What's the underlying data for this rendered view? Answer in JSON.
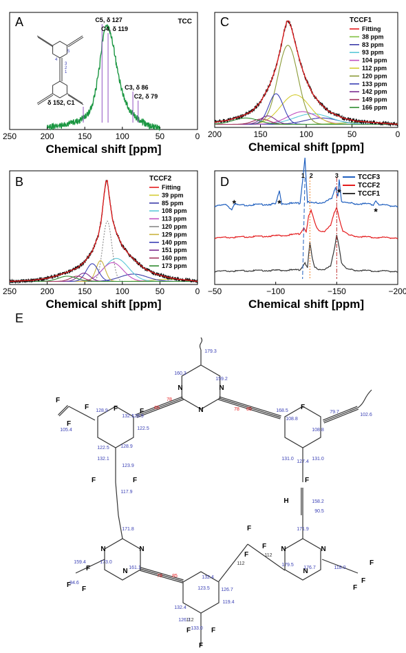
{
  "chart_data": [
    {
      "type": "line",
      "panel_letter": "A",
      "title": "TCC",
      "xlabel": "Chemical shift [ppm]",
      "xlim": [
        250,
        0
      ],
      "x_ticks": [
        "250",
        "200",
        "150",
        "100",
        "50",
        "0"
      ],
      "x_tick_values": [
        250,
        200,
        150,
        100,
        50,
        0
      ],
      "grid": false,
      "series": [
        {
          "color": "#1a9641",
          "x": [
            200,
            190,
            180,
            170,
            160,
            150,
            145,
            140,
            135,
            130,
            127,
            124,
            121,
            119,
            116,
            112,
            108,
            104,
            100,
            95,
            90,
            86,
            82,
            79,
            75,
            70,
            65,
            60,
            55,
            50
          ],
          "y": [
            0.0,
            0.01,
            0.02,
            0.04,
            0.06,
            0.1,
            0.14,
            0.22,
            0.38,
            0.62,
            0.82,
            0.95,
            1.0,
            0.99,
            0.93,
            0.8,
            0.63,
            0.47,
            0.35,
            0.24,
            0.17,
            0.13,
            0.1,
            0.08,
            0.06,
            0.04,
            0.02,
            0.01,
            0.0,
            0.0
          ]
        }
      ],
      "annotations": [
        {
          "text": "C5, δ 127",
          "x": 127
        },
        {
          "text": "C4, δ 119",
          "x": 119
        },
        {
          "text": "C3, δ 86",
          "x": 86
        },
        {
          "text": "C2, δ 79",
          "x": 79
        },
        {
          "text": "δ 152, C1",
          "x": 152
        }
      ],
      "structure_labels": [
        "1",
        "2",
        "3",
        "4",
        "5"
      ]
    },
    {
      "type": "line",
      "panel_letter": "C",
      "title": "TCCF1",
      "xlabel": "Chemical shift [ppm]",
      "xlim": [
        200,
        0
      ],
      "x_ticks": [
        "200",
        "150",
        "100",
        "50",
        "0"
      ],
      "x_tick_values": [
        200,
        150,
        100,
        50,
        0
      ],
      "grid": false,
      "legend_position": "top-right",
      "series": [
        {
          "name": "Fitting",
          "color": "#e41a1c",
          "kind": "envelope",
          "x": [
            200,
            185,
            170,
            160,
            150,
            140,
            133,
            128,
            124,
            121,
            119,
            116,
            112,
            106,
            100,
            93,
            85,
            75,
            60,
            45,
            30,
            15,
            0
          ],
          "y": [
            0.03,
            0.05,
            0.09,
            0.13,
            0.22,
            0.38,
            0.55,
            0.73,
            0.9,
            0.99,
            0.99,
            0.92,
            0.78,
            0.58,
            0.43,
            0.3,
            0.21,
            0.13,
            0.07,
            0.04,
            0.03,
            0.02,
            0.01
          ]
        },
        {
          "name": "38 ppm",
          "color": "#7fbf3f",
          "center": 38,
          "height": 0.02,
          "width": 22
        },
        {
          "name": "83 ppm",
          "color": "#3b3ba8",
          "center": 83,
          "height": 0.06,
          "width": 18
        },
        {
          "name": "93 ppm",
          "color": "#5bc8d8",
          "center": 93,
          "height": 0.1,
          "width": 20
        },
        {
          "name": "104 ppm",
          "color": "#c050c0",
          "center": 104,
          "height": 0.12,
          "width": 16
        },
        {
          "name": "112 ppm",
          "color": "#d4cc33",
          "center": 112,
          "height": 0.28,
          "width": 16
        },
        {
          "name": "120 ppm",
          "color": "#8a9a36",
          "center": 120,
          "height": 0.75,
          "width": 11
        },
        {
          "name": "133 ppm",
          "color": "#3a40b5",
          "center": 133,
          "height": 0.29,
          "width": 8
        },
        {
          "name": "142 ppm",
          "color": "#7a2b8f",
          "center": 142,
          "height": 0.08,
          "width": 8
        },
        {
          "name": "149 ppm",
          "color": "#a0305a",
          "center": 149,
          "height": 0.05,
          "width": 9
        },
        {
          "name": "166 ppm",
          "color": "#2e8b2e",
          "center": 166,
          "height": 0.06,
          "width": 14
        }
      ]
    },
    {
      "type": "line",
      "panel_letter": "B",
      "title": "TCCF2",
      "xlabel": "Chemical shift [ppm]",
      "xlim": [
        250,
        0
      ],
      "x_ticks": [
        "250",
        "200",
        "150",
        "100",
        "50",
        "0"
      ],
      "x_tick_values": [
        250,
        200,
        150,
        100,
        50,
        0
      ],
      "grid": false,
      "legend_position": "top-right",
      "series": [
        {
          "name": "Fitting",
          "color": "#e41a1c",
          "kind": "envelope",
          "x": [
            250,
            220,
            200,
            185,
            173,
            160,
            150,
            140,
            132,
            128,
            125,
            122,
            120,
            117,
            113,
            108,
            100,
            90,
            80,
            70,
            55,
            40,
            25,
            10,
            0
          ],
          "y": [
            0.01,
            0.02,
            0.04,
            0.07,
            0.1,
            0.14,
            0.2,
            0.3,
            0.45,
            0.6,
            0.8,
            0.97,
            0.98,
            0.8,
            0.6,
            0.48,
            0.35,
            0.26,
            0.19,
            0.13,
            0.08,
            0.05,
            0.03,
            0.02,
            0.01
          ]
        },
        {
          "name": "39 ppm",
          "color": "#d4cc33",
          "center": 39,
          "height": 0.02,
          "width": 20
        },
        {
          "name": "85 ppm",
          "color": "#3b3ba8",
          "center": 85,
          "height": 0.07,
          "width": 18
        },
        {
          "name": "108 ppm",
          "color": "#5bc8d8",
          "center": 108,
          "height": 0.22,
          "width": 16
        },
        {
          "name": "113 ppm",
          "color": "#c050c0",
          "center": 113,
          "height": 0.18,
          "width": 14
        },
        {
          "name": "120 ppm",
          "color": "#888888",
          "center": 120,
          "height": 0.58,
          "width": 6,
          "dotted": true
        },
        {
          "name": "129 ppm",
          "color": "#c9b23a",
          "center": 129,
          "height": 0.2,
          "width": 6
        },
        {
          "name": "140 ppm",
          "color": "#3a40b5",
          "center": 140,
          "height": 0.17,
          "width": 8
        },
        {
          "name": "151 ppm",
          "color": "#7a2b8f",
          "center": 151,
          "height": 0.08,
          "width": 8
        },
        {
          "name": "160 ppm",
          "color": "#a0305a",
          "center": 160,
          "height": 0.05,
          "width": 9
        },
        {
          "name": "173 ppm",
          "color": "#2e8b2e",
          "center": 173,
          "height": 0.05,
          "width": 12
        }
      ]
    },
    {
      "type": "line",
      "panel_letter": "D",
      "xlabel": "Chemical shift [ppm]",
      "xlim": [
        -50,
        -200
      ],
      "x_ticks": [
        "−50",
        "−100",
        "−150",
        "−200"
      ],
      "x_tick_values": [
        -50,
        -100,
        -150,
        -200
      ],
      "grid": false,
      "legend_position": "top-right",
      "series": [
        {
          "name": "TCCF3",
          "color": "#1f5fbf",
          "offset": 2,
          "x": [
            -50,
            -60,
            -64,
            -66,
            -70,
            -80,
            -90,
            -100,
            -103,
            -105,
            -108,
            -115,
            -120,
            -124,
            -126,
            -128,
            -132,
            -140,
            -146,
            -149,
            -151,
            -152,
            -154,
            -158,
            -165,
            -175,
            -180,
            -182,
            -185,
            -200
          ],
          "y": [
            0.0,
            0.02,
            -0.08,
            0.05,
            0.01,
            0.02,
            0.03,
            0.04,
            0.3,
            0.05,
            0.05,
            0.05,
            0.06,
            1.0,
            0.08,
            0.07,
            0.06,
            0.08,
            0.15,
            0.4,
            0.2,
            0.55,
            0.1,
            0.06,
            0.05,
            0.04,
            0.03,
            0.12,
            0.02,
            0.0
          ]
        },
        {
          "name": "TCCF2",
          "color": "#e41a1c",
          "offset": 1,
          "x": [
            -50,
            -70,
            -90,
            -110,
            -120,
            -123,
            -125,
            -127,
            -129,
            -131,
            -133,
            -136,
            -140,
            -145,
            -148,
            -150,
            -152,
            -155,
            -160,
            -170,
            -185,
            -200
          ],
          "y": [
            0.03,
            0.05,
            0.07,
            0.1,
            0.14,
            0.3,
            0.2,
            0.6,
            0.75,
            0.55,
            0.33,
            0.22,
            0.2,
            0.35,
            0.7,
            0.85,
            0.55,
            0.22,
            0.1,
            0.06,
            0.04,
            0.03
          ]
        },
        {
          "name": "TCCF1",
          "color": "#333333",
          "offset": 0,
          "x": [
            -50,
            -70,
            -90,
            -110,
            -120,
            -124,
            -126,
            -128,
            -130,
            -132,
            -135,
            -140,
            -145,
            -148,
            -150,
            -152,
            -154,
            -158,
            -165,
            -180,
            -200
          ],
          "y": [
            0.02,
            0.03,
            0.04,
            0.05,
            0.06,
            0.25,
            0.12,
            0.78,
            0.35,
            0.12,
            0.08,
            0.07,
            0.15,
            0.6,
            1.0,
            0.65,
            0.25,
            0.08,
            0.05,
            0.03,
            0.02
          ]
        }
      ],
      "annotations": [
        {
          "text": "1",
          "x": -124
        },
        {
          "text": "2",
          "x": -128
        },
        {
          "text": "3",
          "x": -150
        },
        {
          "text": "*",
          "x": -66
        },
        {
          "text": "*",
          "x": -103
        },
        {
          "text": "*",
          "x": -152
        },
        {
          "text": "*",
          "x": -182
        }
      ]
    }
  ],
  "structure_E": {
    "panel_letter": "E",
    "atoms": [
      "F",
      "N",
      "H"
    ],
    "shift_labels_blue": [
      "179.3",
      "160.3",
      "159.2",
      "128.9",
      "132.1",
      "122.5",
      "105.4",
      "128.9",
      "122.5",
      "132.1",
      "128.9",
      "168.5",
      "108.8",
      "79.7",
      "102.6",
      "108.8",
      "131.0",
      "131.0",
      "127.4",
      "123.9",
      "117.9",
      "158.2",
      "90.5",
      "171.8",
      "171.9",
      "159.4",
      "173.0",
      "161.1",
      "94.6",
      "179.5",
      "176.7",
      "118.0",
      "132.4",
      "123.5",
      "126.7",
      "119.4",
      "132.4",
      "126.7",
      "133.0"
    ],
    "shift_labels_red": [
      "78",
      "85",
      "78",
      "85",
      "78",
      "85"
    ],
    "shift_labels_black": [
      "112",
      "112",
      "112"
    ]
  }
}
